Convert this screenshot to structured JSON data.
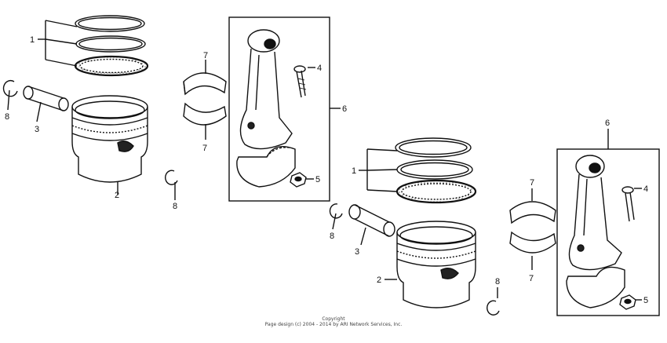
{
  "callouts": {
    "rings_a": "1",
    "piston_a": "2",
    "pin_a": "3",
    "bolt_a": "4",
    "nut_a": "5",
    "rod_a": "6",
    "bearing_top_a": "7",
    "bearing_bot_a": "7",
    "clip_left_a": "8",
    "clip_right_a": "8",
    "rings_b": "1",
    "piston_b": "2",
    "pin_b": "3",
    "bolt_b": "4",
    "nut_b": "5",
    "rod_b": "6",
    "bearing_top_b": "7",
    "bearing_bot_b": "7",
    "clip_left_b": "8",
    "clip_right_b": "8"
  },
  "copyright": {
    "line1": "Copyright",
    "line2": "Page design (c) 2004 - 2014 by ARI Network Services, Inc."
  },
  "colors": {
    "ink": "#111111",
    "background": "#ffffff"
  }
}
